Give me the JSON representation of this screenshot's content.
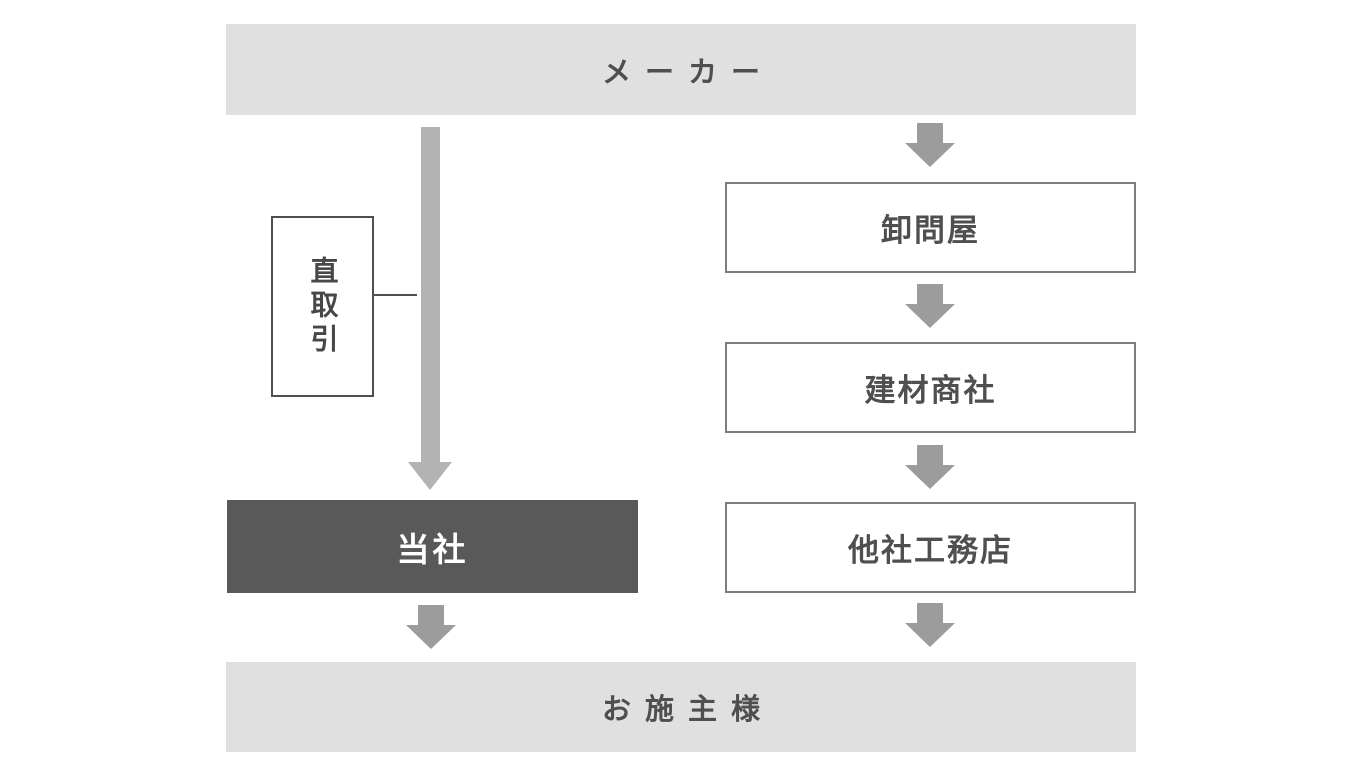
{
  "diagram": {
    "top_bar": {
      "label": "メーカー"
    },
    "bottom_bar": {
      "label": "お施主様"
    },
    "left_flow": {
      "direct_deal_label": "直取引",
      "company_label": "当社"
    },
    "right_flow": {
      "steps": [
        "卸問屋",
        "建材商社",
        "他社工務店"
      ]
    },
    "colors": {
      "bar_bg": "#e0e0e0",
      "company_bg": "#595959",
      "arrow_big": "#b3b3b3",
      "arrow_small": "#9c9c9c",
      "box_border": "#7d7d7d",
      "direct_border": "#4f4f4f",
      "text": "#4f4f4f"
    }
  }
}
